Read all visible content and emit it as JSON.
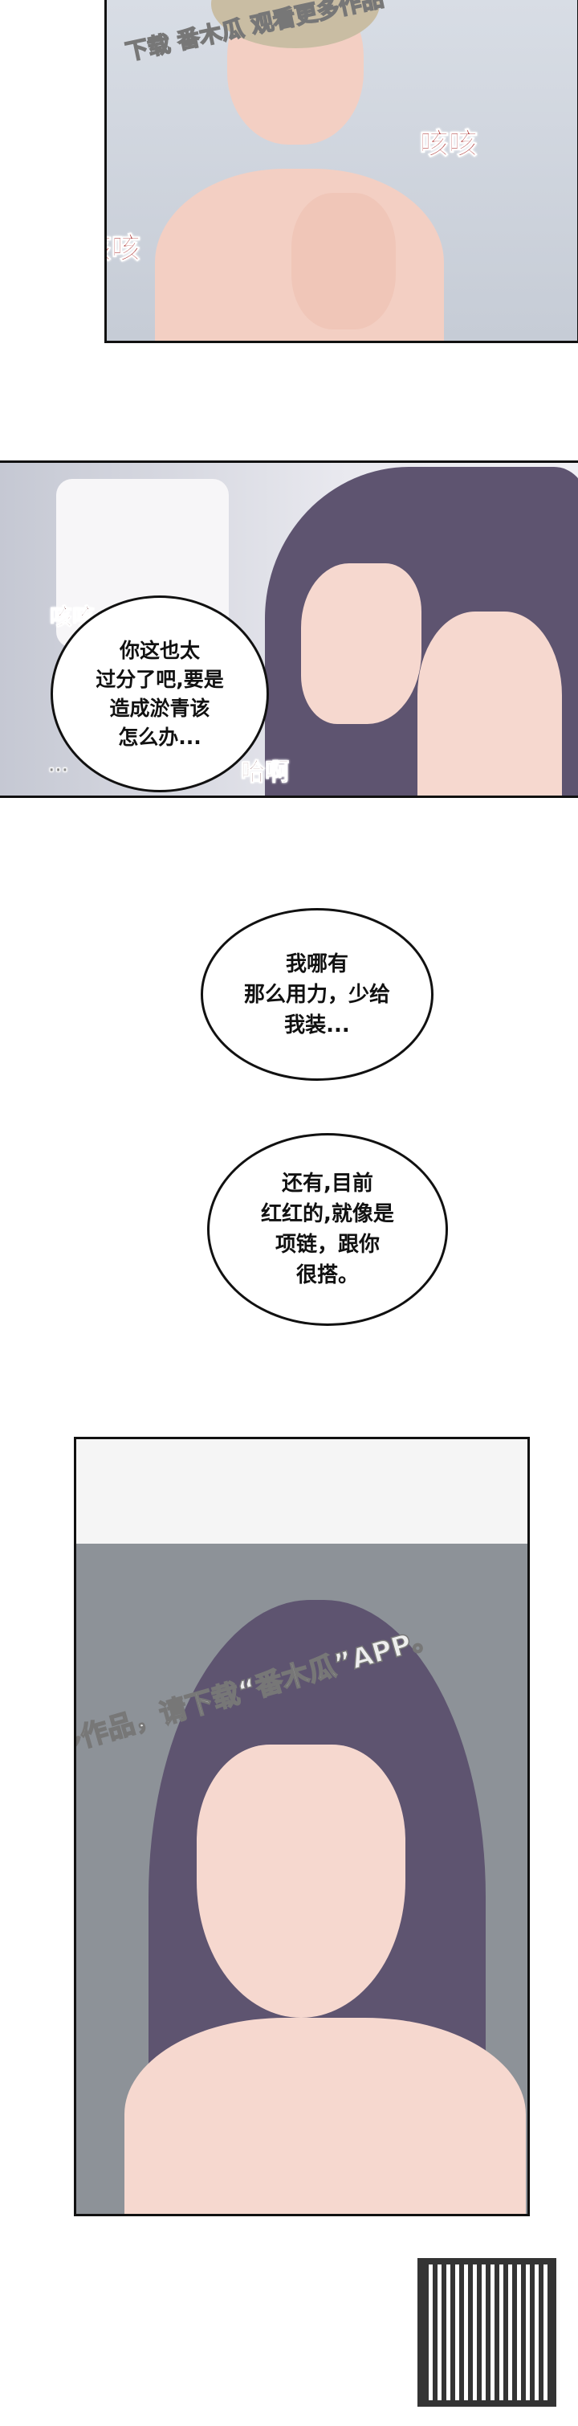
{
  "panel1": {
    "watermark": "下载 番木瓜 观看更多作品",
    "sfx": [
      "咳咳",
      "咳咳"
    ]
  },
  "panel2": {
    "sfx": [
      "咳咳...",
      "哈啊",
      "..."
    ],
    "bubble": "你这也太\n过分了吧,要是\n造成淤青该\n怎么办..."
  },
  "bubble3": "我哪有\n那么用力，少给\n我装...",
  "bubble4": "还有,目前\n红红的,就像是\n项链，跟你\n很搭。",
  "panel5": {
    "watermark": "更多作品，请下载“番木瓜”APP。"
  },
  "colors": {
    "hair": "#5e5470",
    "skin": "#f6d8cf",
    "sfx": "#5a1c1c"
  },
  "qr_icon": "qr-code-icon"
}
